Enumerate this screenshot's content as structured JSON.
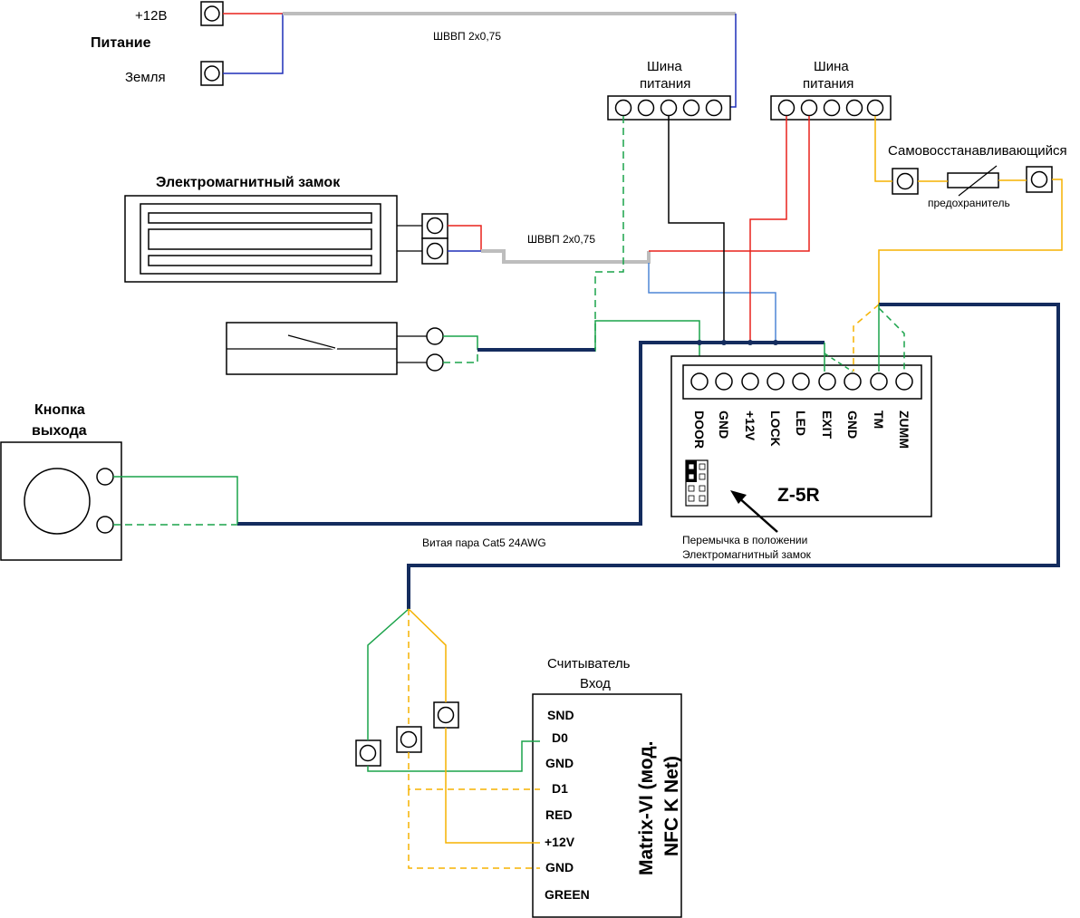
{
  "power": {
    "plus12_label": "+12В",
    "title": "Питание",
    "ground_label": "Земля"
  },
  "cables": {
    "shvvp_top": "ШВВП 2х0,75",
    "shvvp_lock": "ШВВП 2х0,75",
    "twisted_pair": "Витая пара Cat5 24AWG"
  },
  "bus_left": {
    "line1": "Шина",
    "line2": "питания"
  },
  "bus_right": {
    "line1": "Шина",
    "line2": "питания"
  },
  "fuse": {
    "line1": "Самовосстанавливающийся",
    "line2": "предохранитель"
  },
  "lock": {
    "title": "Электромагнитный замок"
  },
  "exit_button": {
    "line1": "Кнопка",
    "line2": "выхода"
  },
  "controller": {
    "model": "Z-5R",
    "terminals": [
      "DOOR",
      "GND",
      "+12V",
      "LOCK",
      "LED",
      "EXIT",
      "GND",
      "TM",
      "ZUMM"
    ],
    "jumper_note_line1": "Перемычка в положении",
    "jumper_note_line2": "Электромагнитный замок"
  },
  "reader": {
    "title_line1": "Считыватель",
    "title_line2": "Вход",
    "model_line1": "Matrix-VI (мод.",
    "model_line2": "NFC K Net)",
    "pins": [
      "SND",
      "D0",
      "GND",
      "D1",
      "RED",
      "+12V",
      "GND",
      "GREEN"
    ]
  },
  "colors": {
    "red": "#e8221b",
    "blue": "#1f2fb8",
    "green": "#1aa34a",
    "orange": "#f5b200",
    "navy": "#142c5e",
    "gray": "#bdbdbd"
  }
}
